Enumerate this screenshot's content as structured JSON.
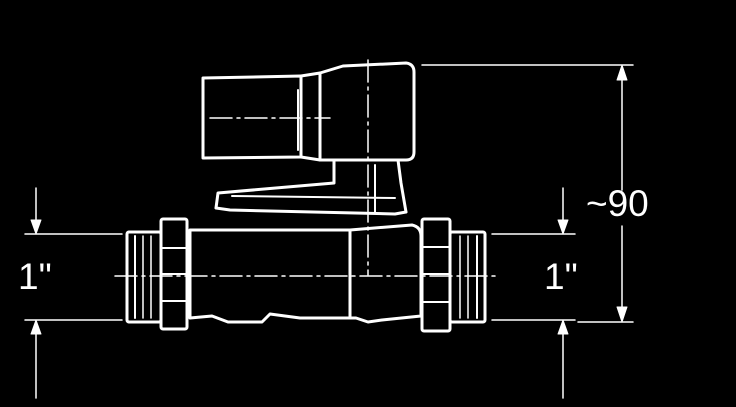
{
  "labels": {
    "left_size": "1\"",
    "right_size": "1\"",
    "height": "~90"
  },
  "colors": {
    "background": "#000000",
    "line": "#ffffff"
  }
}
